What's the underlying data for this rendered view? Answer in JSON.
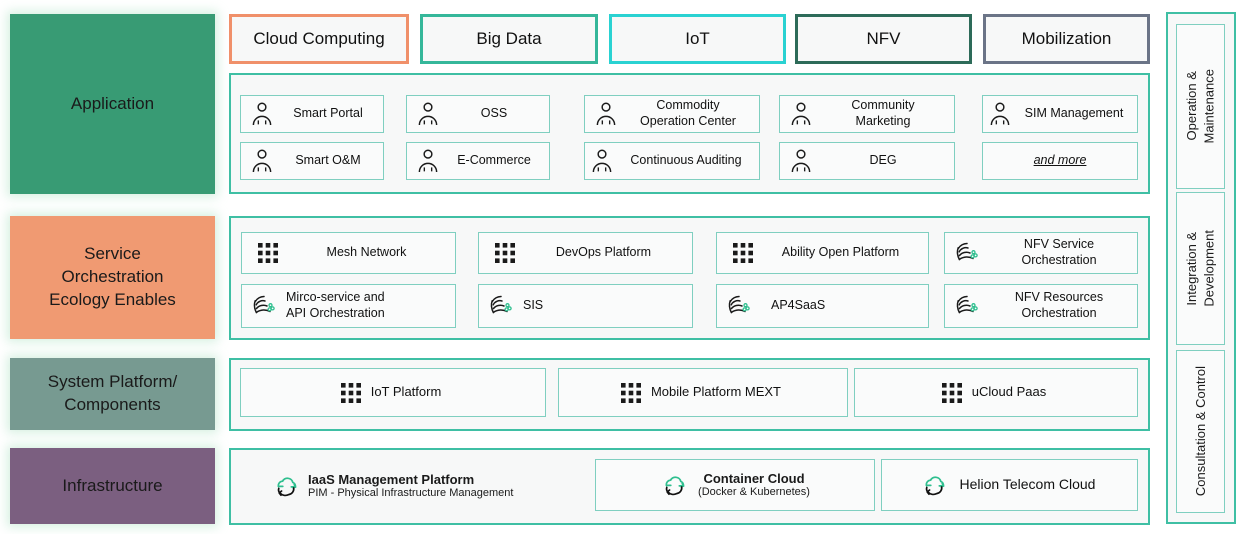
{
  "meta": {
    "title": "Layered Telecom Cloud Architecture",
    "accent_teal": "#3fbfa4",
    "accent_cell_border": "#7fcfc0"
  },
  "categories": [
    {
      "label": "Cloud Computing",
      "border_color": "#f0906a"
    },
    {
      "label": "Big Data",
      "border_color": "#35b79a"
    },
    {
      "label": "IoT",
      "border_color": "#2ad2d2"
    },
    {
      "label": "NFV",
      "border_color": "#2d6b59"
    },
    {
      "label": "Mobilization",
      "border_color": "#6b7487"
    }
  ],
  "layers": [
    {
      "id": "application",
      "label": "Application",
      "color": "#389b74",
      "items": [
        {
          "label": "Smart Portal",
          "icon": "person-icon",
          "align": "center"
        },
        {
          "label": "OSS",
          "icon": "person-icon",
          "align": "center"
        },
        {
          "label": "Commodity\nOperation Center",
          "icon": "person-icon",
          "align": "center"
        },
        {
          "label": "Community\nMarketing",
          "icon": "person-icon",
          "align": "center"
        },
        {
          "label": "SIM Management",
          "icon": "person-icon",
          "align": "center"
        },
        {
          "label": "Smart O&M",
          "icon": "person-icon",
          "align": "center"
        },
        {
          "label": "E-Commerce",
          "icon": "person-icon",
          "align": "center"
        },
        {
          "label": "Continuous Auditing",
          "icon": "person-icon",
          "align": "center"
        },
        {
          "label": "DEG",
          "icon": "person-icon",
          "align": "center"
        },
        {
          "label": "and more",
          "icon": "none",
          "align": "center",
          "style": "italic-underline"
        }
      ]
    },
    {
      "id": "service-orchestration",
      "label": "Service\nOrchestration\nEcology Enables",
      "color": "#f09a72",
      "items": [
        {
          "label": "Mesh Network",
          "icon": "dots-grid-icon"
        },
        {
          "label": "DevOps Platform",
          "icon": "dots-grid-icon"
        },
        {
          "label": "Ability Open Platform",
          "icon": "dots-grid-icon"
        },
        {
          "label": "NFV Service\nOrchestration",
          "icon": "swirl-icon"
        },
        {
          "label": "Mirco-service and\nAPI Orchestration",
          "icon": "swirl-icon"
        },
        {
          "label": "SIS",
          "icon": "swirl-icon"
        },
        {
          "label": "AP4SaaS",
          "icon": "swirl-icon"
        },
        {
          "label": "NFV Resources\nOrchestration",
          "icon": "swirl-icon"
        }
      ]
    },
    {
      "id": "system-platform",
      "label": "System Platform/\nComponents",
      "color": "#779a91",
      "items": [
        {
          "label": "IoT Platform",
          "icon": "dots-grid-icon"
        },
        {
          "label": "Mobile Platform MEXT",
          "icon": "dots-grid-icon"
        },
        {
          "label": "uCloud Paas",
          "icon": "dots-grid-icon"
        }
      ]
    },
    {
      "id": "infrastructure",
      "label": "Infrastructure",
      "color": "#7b5f80",
      "items": [
        {
          "label": "IaaS Management Platform",
          "sublabel": "PIM - Physical Infrastructure Management",
          "icon": "cloud-sync-icon",
          "boxed": false
        },
        {
          "label": "Container Cloud",
          "sublabel": "(Docker & Kubernetes)",
          "icon": "cloud-sync-icon",
          "boxed": true
        },
        {
          "label": "Helion Telecom Cloud",
          "sublabel": "",
          "icon": "cloud-sync-icon",
          "boxed": true
        }
      ]
    }
  ],
  "rail": {
    "items": [
      {
        "label": "Operation &\nMaintenance"
      },
      {
        "label": "Integration &\nDevelopment"
      },
      {
        "label": "Consultation & Control"
      }
    ]
  }
}
